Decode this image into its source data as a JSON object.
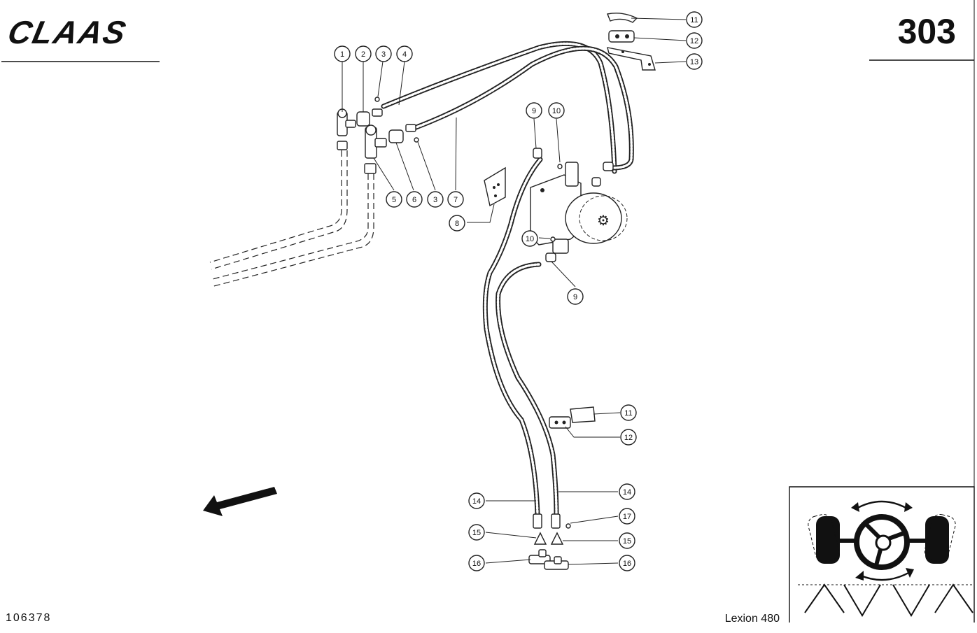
{
  "header": {
    "brand": "CLAAS",
    "page_number": "303"
  },
  "footer": {
    "drawing_number": "106378",
    "model": "Lexion 480"
  },
  "callouts": {
    "c1": "1",
    "c2": "2",
    "c3a": "3",
    "c4": "4",
    "c5": "5",
    "c6": "6",
    "c3b": "3",
    "c7": "7",
    "c8": "8",
    "c9a": "9",
    "c10a": "10",
    "c10b": "10",
    "c9b": "9",
    "c11a": "11",
    "c12a": "12",
    "c13": "13",
    "c11b": "11",
    "c12b": "12",
    "c14a": "14",
    "c14b": "14",
    "c17": "17",
    "c15a": "15",
    "c15b": "15",
    "c16a": "16",
    "c16b": "16"
  },
  "icons": {
    "direction_arrow": "travel-direction-arrow-icon",
    "steering_pictogram": "steering-wheel-icon"
  }
}
